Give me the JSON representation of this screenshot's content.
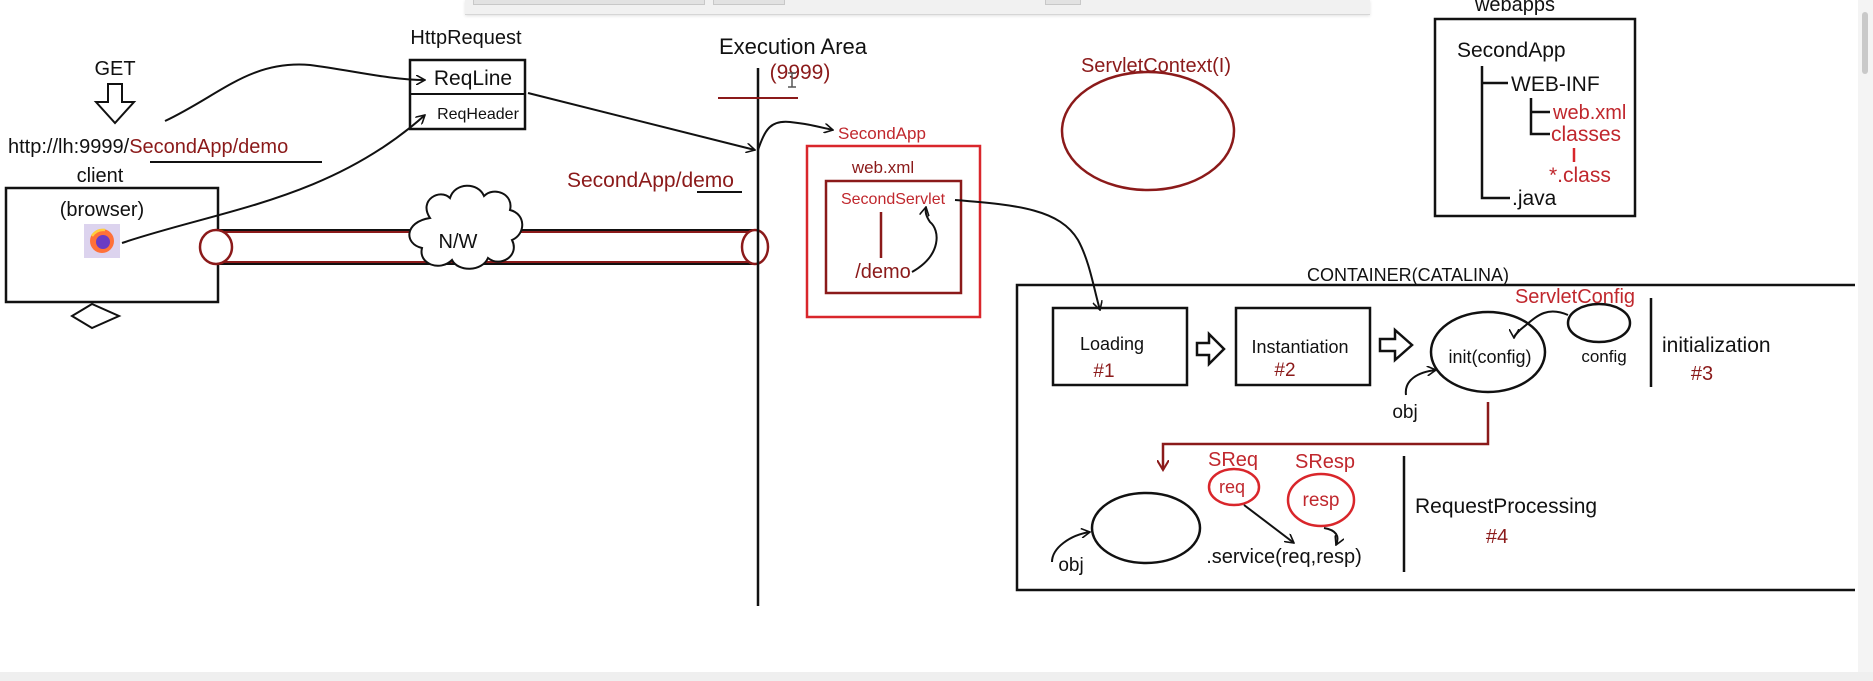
{
  "labels": {
    "get": "GET",
    "http_request": "HttpRequest",
    "req_line": "ReqLine",
    "req_header": "ReqHeader",
    "execution_area": "Execution Area",
    "port": "(9999)",
    "servlet_context": "ServletContext(I)",
    "webapps": "webapps",
    "url_prefix": "http://lh:9999/",
    "url_path": "SecondApp/demo",
    "client": "client",
    "browser": "(browser)",
    "network": "N/W",
    "second_app_demo_a": "SecondApp/",
    "second_app_demo_b": "demo",
    "second_app": "SecondApp",
    "web_xml": "web.xml",
    "second_servlet": "SecondServlet",
    "demo_mapping": "/demo"
  },
  "tree": {
    "root": "SecondApp",
    "web_inf": "WEB-INF",
    "web_xml": "web.xml",
    "classes": "classes",
    "class_files": "*.class",
    "java": ".java"
  },
  "container": {
    "title": "CONTAINER(CATALINA)",
    "loading": "Loading",
    "loading_step": "#1",
    "instantiation": "Instantiation",
    "instantiation_step": "#2",
    "servlet_config": "ServletConfig",
    "init": "init(config)",
    "config": "config",
    "obj_top": "obj",
    "initialization": "initialization",
    "init_step": "#3",
    "sreq": "SReq",
    "req": "req",
    "sresp": "SResp",
    "resp": "resp",
    "obj_bottom": "obj",
    "service": ".service(req,resp)",
    "request_processing": "RequestProcessing",
    "processing_step": "#4"
  },
  "colors": {
    "ink": "#111111",
    "red": "#c0272d",
    "dark_red": "#8b1a1a"
  }
}
